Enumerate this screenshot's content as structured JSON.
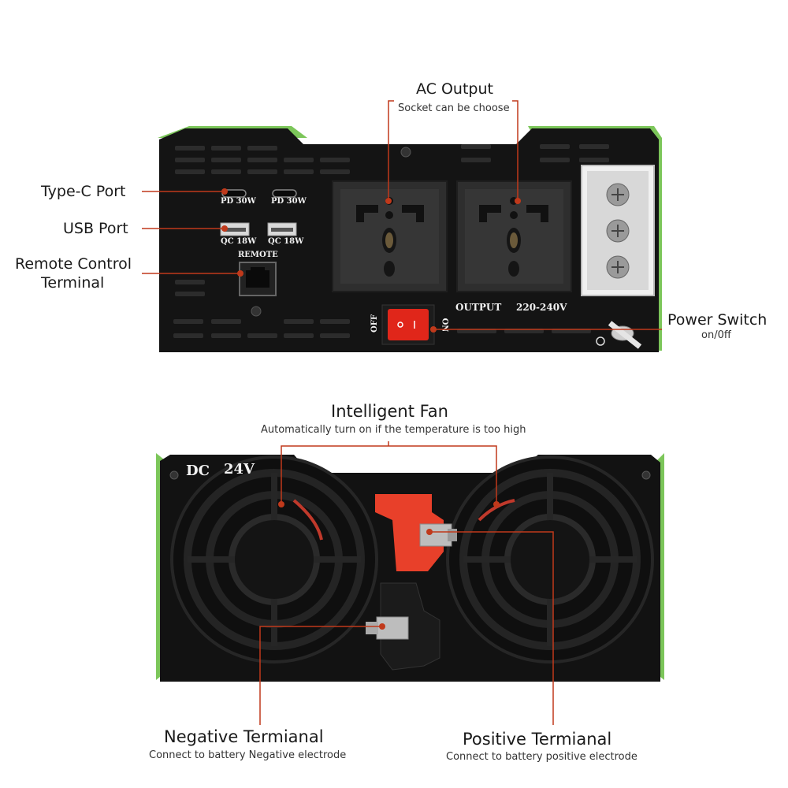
{
  "callouts": {
    "ac_output": {
      "title": "AC Output",
      "subtitle": "Socket can be choose"
    },
    "type_c": {
      "title": "Type-C Port"
    },
    "usb": {
      "title": "USB Port"
    },
    "remote": {
      "title_line1": "Remote Control",
      "title_line2": "Terminal"
    },
    "power_switch": {
      "title": "Power Switch",
      "subtitle": "on/0ff"
    },
    "fan": {
      "title": "Intelligent Fan",
      "subtitle": "Automatically turn on if the temperature is too high"
    },
    "negative": {
      "title": "Negative Termianal",
      "subtitle": "Connect to battery Negative electrode"
    },
    "positive": {
      "title": "Positive Termianal",
      "subtitle": "Connect to battery positive electrode"
    }
  },
  "panel_top": {
    "pd_left": "PD 30W",
    "pd_right": "PD 30W",
    "qc_left": "QC 18W",
    "qc_right": "QC 18W",
    "remote": "REMOTE",
    "output": "OUTPUT",
    "voltage": "220-240V",
    "switch_off": "OFF",
    "switch_on": "ON"
  },
  "panel_bottom": {
    "dc": "DC",
    "voltage": "24V"
  },
  "colors": {
    "leader": "#c0391b",
    "panel": "#111111",
    "case_green": "#7cc65a",
    "switch_red": "#e0261a",
    "terminal_red": "#e8402a"
  }
}
